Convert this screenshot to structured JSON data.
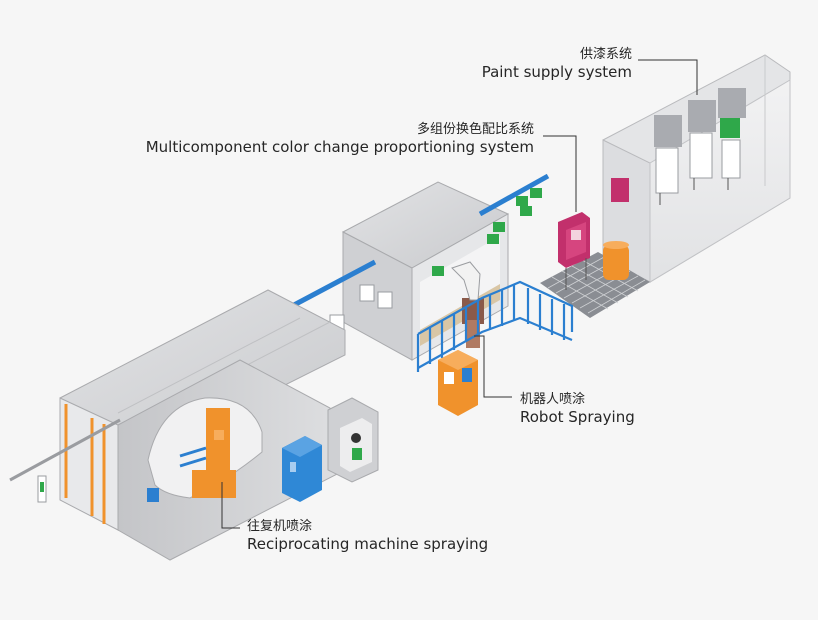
{
  "labels": {
    "paint_supply": {
      "zh": "供漆系统",
      "en": "Paint supply system"
    },
    "color_change": {
      "zh": "多组份换色配比系统",
      "en": "Multicomponent color change proportioning system"
    },
    "robot": {
      "zh": "机器人喷涂",
      "en": "Robot Spraying"
    },
    "reciprocating": {
      "zh": "往复机喷涂",
      "en": "Reciprocating machine spraying"
    }
  },
  "colors": {
    "background": "#f6f6f6",
    "booth_grey": "#d4d5d7",
    "accent_orange": "#f0922c",
    "accent_blue": "#2b7fd0",
    "cabinet_blue": "#2f88d6",
    "tank_green": "#2fa84a",
    "cabinet_magenta": "#c2306c",
    "leader_line": "#333333"
  }
}
